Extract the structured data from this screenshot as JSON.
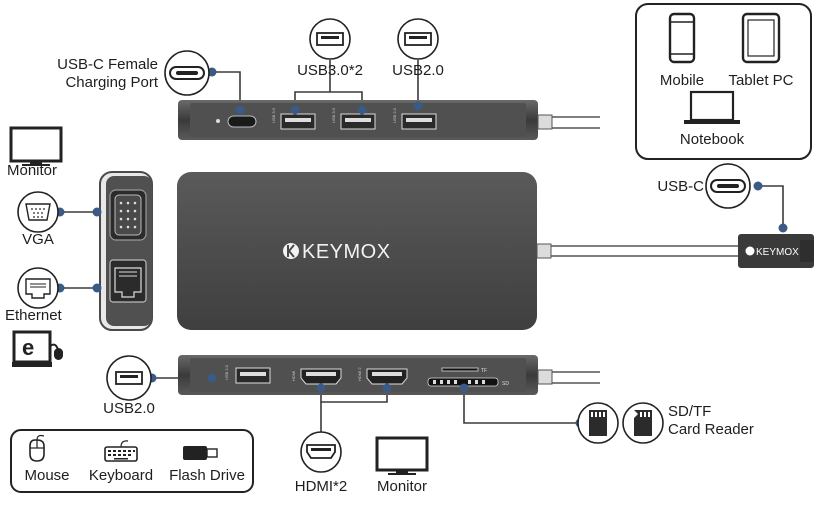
{
  "brand": {
    "name": "KEYMOX",
    "cable_brand": "KEYMOX"
  },
  "labels": {
    "usbc_female_line1": "USB-C Female",
    "usbc_female_line2": "Charging Port",
    "usb30_x2": "USB3.0*2",
    "usb20_top": "USB2.0",
    "mobile": "Mobile",
    "tablet": "Tablet PC",
    "notebook": "Notebook",
    "usbc": "USB-C",
    "monitor_left": "Monitor",
    "vga": "VGA",
    "ethernet": "Ethernet",
    "usb20_bottom": "USB2.0",
    "sd_tf_line1": "SD/TF",
    "sd_tf_line2": "Card Reader",
    "hdmi_x2": "HDMI*2",
    "monitor_bottom": "Monitor",
    "mouse": "Mouse",
    "keyboard": "Keyboard",
    "flash_drive": "Flash Drive"
  },
  "port_marks": {
    "usb30_a": "USB 3.0",
    "usb30_b": "USB 3.0",
    "usb20_top": "USB 2.0",
    "usb20_bottom": "USB 2.0",
    "hdmi_a": "HDMI",
    "hdmi_b": "HDMI 2",
    "tf": "TF",
    "sd": "SD"
  },
  "colors": {
    "accent": "#3b5a86",
    "body": "#4a4a4a",
    "dark": "#2b2b2b",
    "line": "#222222"
  },
  "icons": [
    "usbc-port-icon",
    "usb-a-port-icon",
    "mobile-icon",
    "tablet-icon",
    "notebook-icon",
    "monitor-icon",
    "vga-port-icon",
    "ethernet-port-icon",
    "hdmi-port-icon",
    "sd-card-icon",
    "tf-card-icon",
    "mouse-icon",
    "keyboard-icon",
    "flash-drive-icon",
    "e-icon"
  ]
}
